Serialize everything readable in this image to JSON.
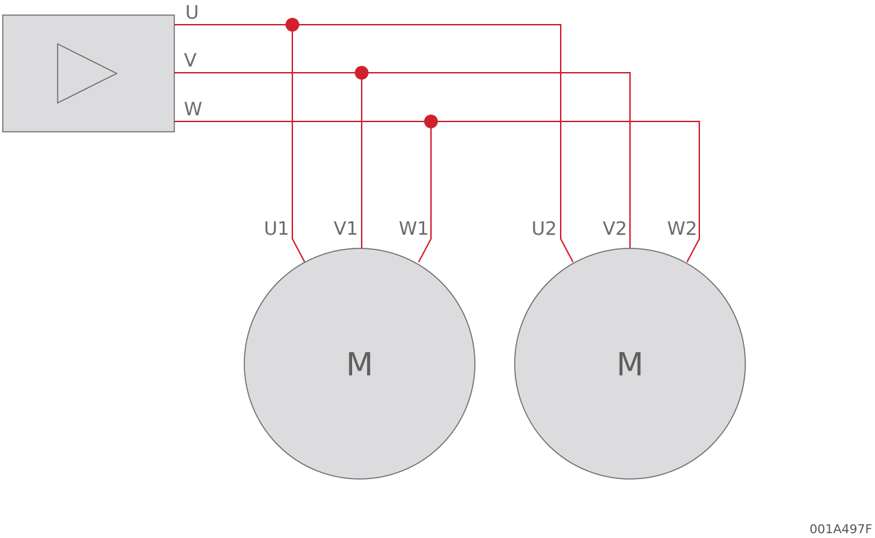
{
  "phases": {
    "u": "U",
    "v": "V",
    "w": "W"
  },
  "motor1": {
    "label": "M",
    "terminals": {
      "u": "U1",
      "v": "V1",
      "w": "W1"
    }
  },
  "motor2": {
    "label": "M",
    "terminals": {
      "u": "U2",
      "v": "V2",
      "w": "W2"
    }
  },
  "figure_code": "001A497F",
  "colors": {
    "wire": "#d0202e",
    "junction": "#d0202e",
    "fill": "#dcdcde",
    "outline": "#6b6b6b"
  },
  "icons": {
    "converter": "triangle-amplifier-icon"
  }
}
